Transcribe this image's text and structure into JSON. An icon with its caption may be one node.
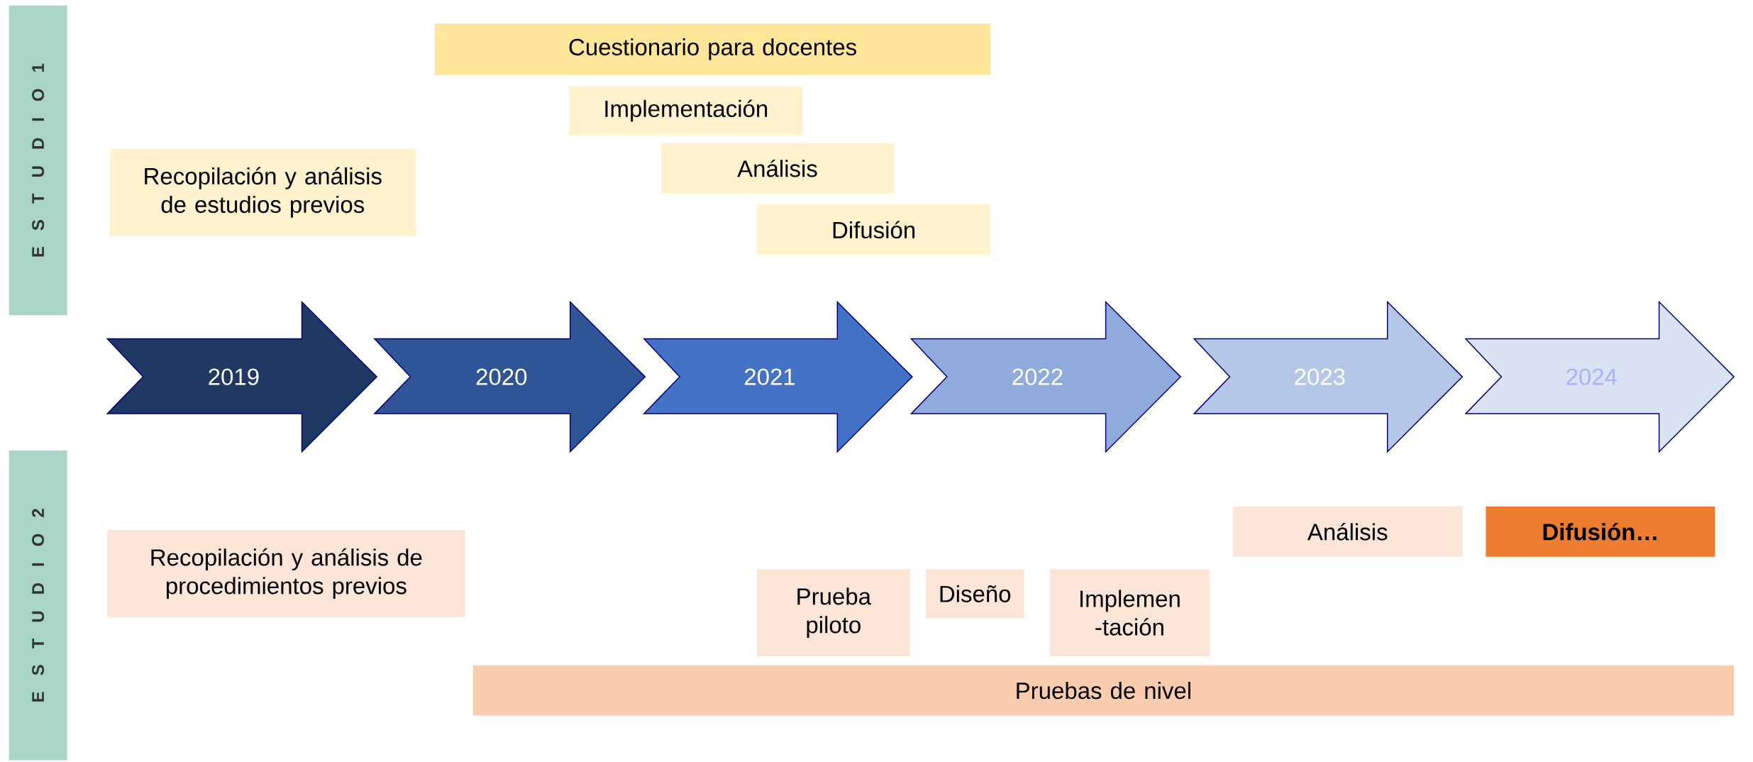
{
  "diagram": {
    "nodes": [
      {
        "text": [
          "E S T U D I O 1"
        ]
      },
      {
        "text": [
          "Cuestionario para docentes"
        ]
      },
      {
        "text": [
          "Implementación"
        ]
      },
      {
        "text": [
          "Análisis"
        ]
      },
      {
        "text": [
          "Recopilación y análisis de estudios previos"
        ]
      },
      {
        "text": [
          "Difusión"
        ]
      },
      {
        "text": [
          "2019"
        ]
      },
      {
        "text": [
          "2020"
        ]
      },
      {
        "text": [
          "2021"
        ]
      },
      {
        "text": [
          "2022"
        ]
      },
      {
        "text": [
          "2023"
        ]
      },
      {
        "text": [
          "2024"
        ]
      },
      {
        "text": [
          "E S T U D I O 2"
        ]
      },
      {
        "text": [
          "Análisis"
        ]
      },
      {
        "text": [
          "Difusión…"
        ]
      },
      {
        "text": [
          "Recopilación y análisis de procedimientos previos"
        ]
      },
      {
        "text": [
          "Prueba piloto"
        ]
      },
      {
        "text": [
          "Diseño"
        ]
      },
      {
        "text": [
          "Implemen -tación"
        ]
      },
      {
        "text": [
          "Pruebas de nivel"
        ]
      }
    ]
  }
}
